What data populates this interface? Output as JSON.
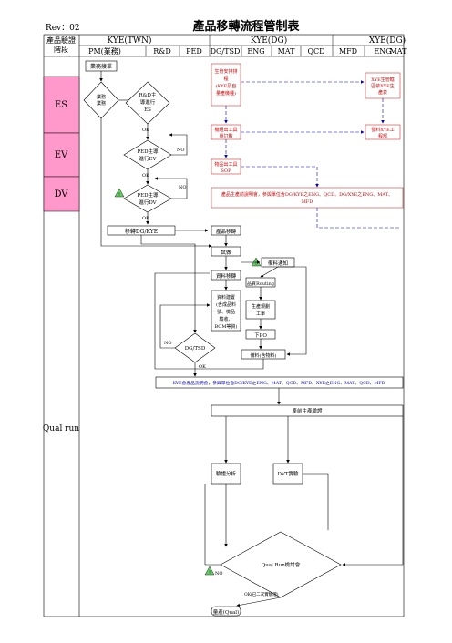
{
  "header": {
    "rev": "Rev：02",
    "title": "產品移轉流程管制表"
  },
  "table": {
    "stage_header": [
      "產品驗證",
      "階段"
    ],
    "groups": [
      "KYE(TWN)",
      "KYE(DG)",
      "XYE(DG)"
    ],
    "columns": [
      "PM(業務)",
      "R&D",
      "PED",
      "DG/TSD",
      "ENG",
      "MAT",
      "QCD",
      "MFD",
      "ENG",
      "MAT"
    ],
    "stages": [
      "ES",
      "EV",
      "DV",
      "Qual run"
    ]
  },
  "nodes": {
    "start": "業務接單",
    "decision_customer": [
      "業務",
      "業務"
    ],
    "rd_lead": [
      "R&D主",
      "導進行",
      "ES"
    ],
    "ok1": "OK",
    "ped_ev": [
      "PED主導",
      "進行EV"
    ],
    "no_ev": "NO",
    "ok2": "OK",
    "no_dv": "NO",
    "ped_dv": [
      "PED主導",
      "進行DV"
    ],
    "ok3": "OK",
    "transfer": "移轉DG/KYE",
    "plan": [
      "生管安排排",
      "程",
      "(KYE及自",
      "量產機種)"
    ],
    "xye_plan": [
      "XYE生管轄",
      "區依XYE生",
      "產表"
    ],
    "eng_order": [
      "機組出工具",
      "單訂數"
    ],
    "xye_order": [
      "發料XYE工",
      "程部"
    ],
    "sop": [
      "物品出工具",
      "SOP"
    ],
    "dv_note": [
      "產品生產前說明會，參與單位含DG/KYE之ENG、QCD、DG/XYE之ENG、MAT、",
      "MFD"
    ],
    "product_transfer": "產品移轉",
    "confirm": "試做",
    "notify": "備料通知",
    "mat_transfer": "資料移轉",
    "receiving": "品質Routing",
    "data_create": [
      "資料建置",
      "(含成品料",
      "號、檢品",
      "驗收、",
      "BOM等資)"
    ],
    "line_prep": [
      "生產規劃",
      "工單"
    ],
    "dispatch": "下PO",
    "dg_tsd": "DG/TSD",
    "no_tsd": "NO",
    "ok_tsd": "OK",
    "material": "備料(含物料)",
    "qual_note": "KYE會產品說明會，參與單位含DG/KYE之ENG、MAT、QCD、MFD、XYE之ENG、MAT、QCD、MFD",
    "mass_verify": "產前生產驗證",
    "verify_analysis": "驗證分析",
    "dvt_test": "DVT實驗",
    "qual_review": "Qual Run檢討會",
    "no_qual": "NO",
    "ok_qual": "OK(已二次實驗證)",
    "finish": "量產(Qual)"
  },
  "badges": {
    "warn": "!"
  },
  "colors": {
    "es_band": "#ff99cc",
    "ev_band": "#ff99cc",
    "dv_band": "#ff99cc",
    "qual_band": "#ff99cc",
    "red_box_text": "#cc0000",
    "red_box_border": "#cc3333",
    "blue_dash": "#0000cc",
    "badge_green": "#66cc66"
  }
}
